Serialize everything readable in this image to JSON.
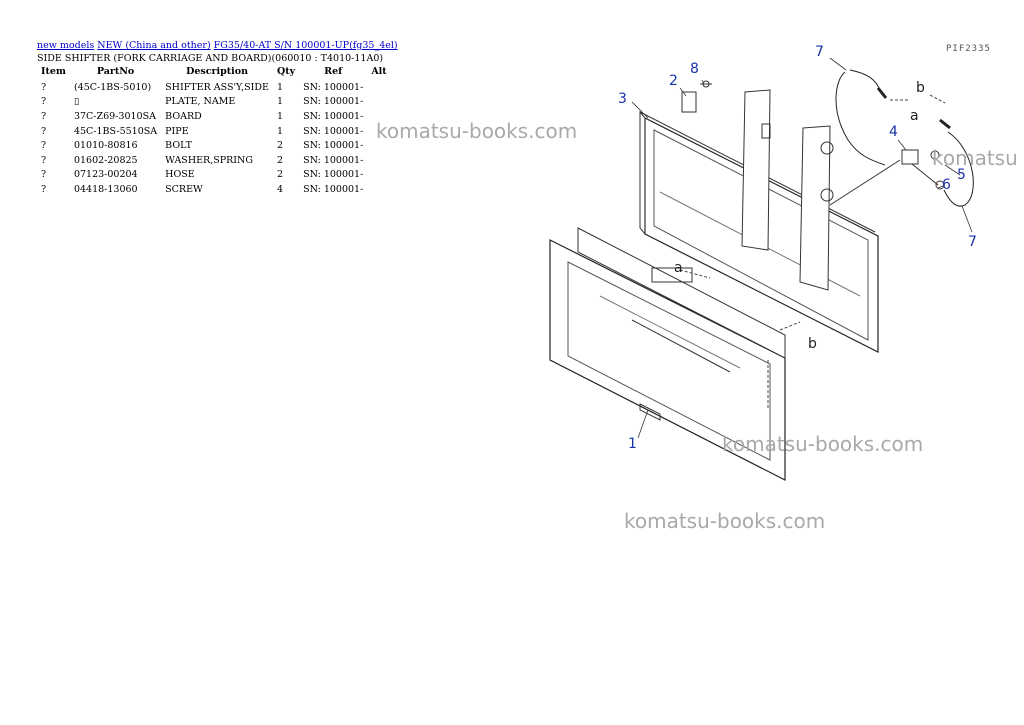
{
  "breadcrumb": {
    "link1": "new models",
    "link2": "NEW (China and other)",
    "link3": "FG35/40-AT S/N 100001-UP(fg35_4el)"
  },
  "title": "SIDE SHIFTER (FORK CARRIAGE AND BOARD)(060010 : T4010-11A0)",
  "table": {
    "headers": {
      "item": "Item",
      "partno": "PartNo",
      "description": "Description",
      "qty": "Qty",
      "ref": "Ref",
      "alt": "Alt"
    },
    "rows": [
      {
        "item": "?",
        "partno": "(45C-1BS-5010)",
        "description": "SHIFTER ASS'Y,SIDE",
        "qty": "1",
        "ref": "SN: 100001-",
        "alt": ""
      },
      {
        "item": "?",
        "partno": "▯",
        "description": "PLATE, NAME",
        "qty": "1",
        "ref": "SN: 100001-",
        "alt": ""
      },
      {
        "item": "?",
        "partno": "37C-Z69-3010SA",
        "description": "BOARD",
        "qty": "1",
        "ref": "SN: 100001-",
        "alt": ""
      },
      {
        "item": "?",
        "partno": "45C-1BS-5510SA",
        "description": "PIPE",
        "qty": "1",
        "ref": "SN: 100001-",
        "alt": ""
      },
      {
        "item": "?",
        "partno": "01010-80816",
        "description": "BOLT",
        "qty": "2",
        "ref": "SN: 100001-",
        "alt": ""
      },
      {
        "item": "?",
        "partno": "01602-20825",
        "description": "WASHER,SPRING",
        "qty": "2",
        "ref": "SN: 100001-",
        "alt": ""
      },
      {
        "item": "?",
        "partno": "07123-00204",
        "description": "HOSE",
        "qty": "2",
        "ref": "SN: 100001-",
        "alt": ""
      },
      {
        "item": "?",
        "partno": "04418-13060",
        "description": "SCREW",
        "qty": "4",
        "ref": "SN: 100001-",
        "alt": ""
      }
    ]
  },
  "watermarks": {
    "w1": "komatsu-books.com",
    "w2": "komatsu",
    "w3": "komatsu-books.com",
    "w4": "komatsu-books.com"
  },
  "diagram": {
    "code": "PIF2335",
    "callouts": {
      "c1": "1",
      "c2": "2",
      "c3": "3",
      "c4": "4",
      "c5": "5",
      "c6": "6",
      "c7a": "7",
      "c7b": "7",
      "c8": "8"
    },
    "letters": {
      "a1": "a",
      "a2": "a",
      "b1": "b",
      "b2": "b"
    },
    "callout_color": "#1a33a6"
  }
}
